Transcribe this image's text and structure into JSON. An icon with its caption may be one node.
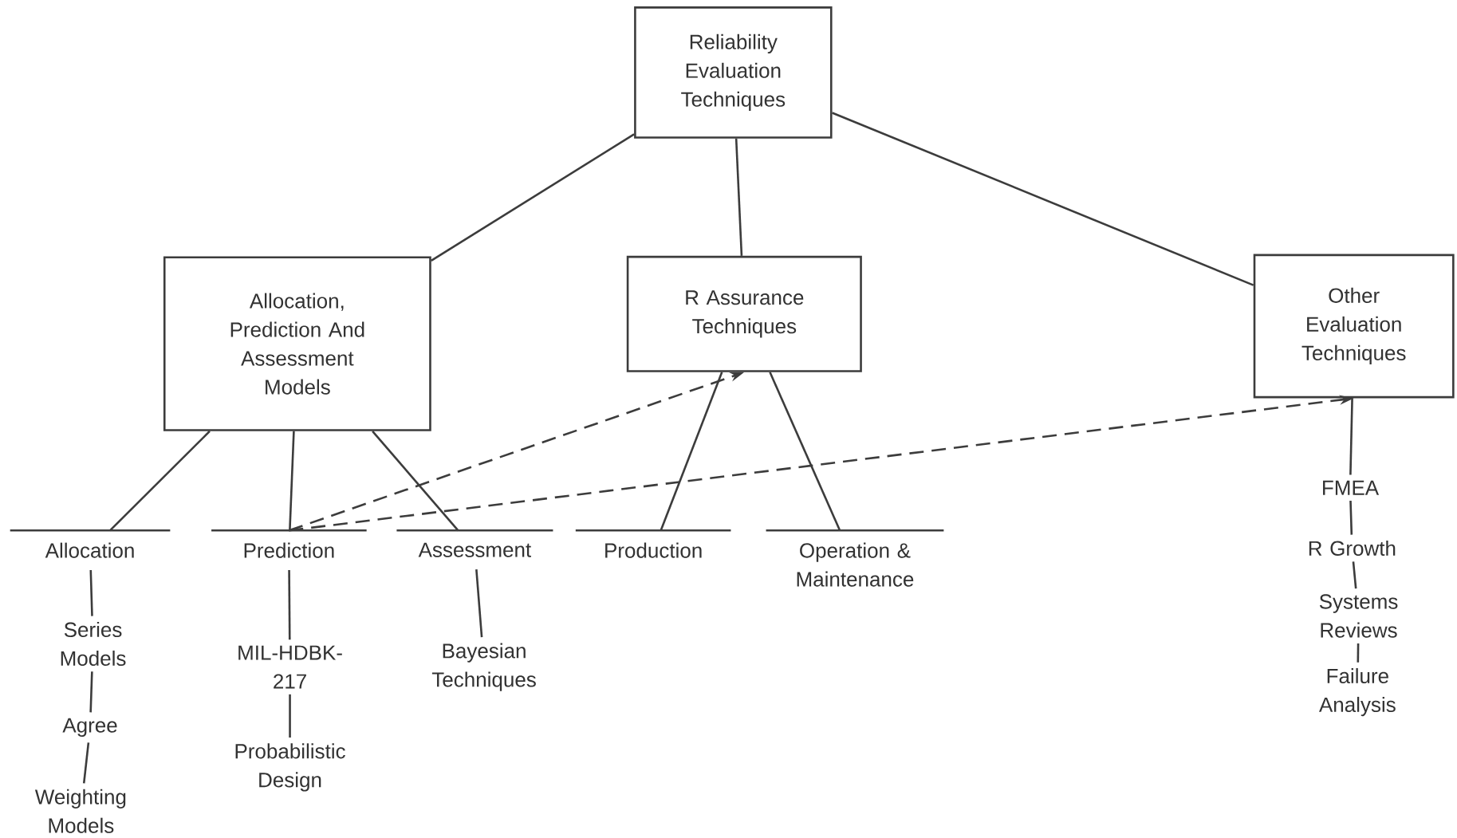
{
  "diagram": {
    "nodes": [
      {
        "text": [
          "Reliability Evaluation Techniques"
        ]
      },
      {
        "text": [
          "Allocation, Prediction And Assessment Models"
        ]
      },
      {
        "text": [
          "R Assurance Techniques"
        ]
      },
      {
        "text": [
          "Other Evaluation Techniques"
        ]
      },
      {
        "text": [
          "Allocation"
        ]
      },
      {
        "text": [
          "Prediction"
        ]
      },
      {
        "text": [
          "Assessment"
        ]
      },
      {
        "text": [
          "Production"
        ]
      },
      {
        "text": [
          "Operation & Maintenance"
        ]
      },
      {
        "text": [
          "Series Models"
        ]
      },
      {
        "text": [
          "Agree"
        ]
      },
      {
        "text": [
          "Weighting Models"
        ]
      },
      {
        "text": [
          "MIL-HDBK-217"
        ]
      },
      {
        "text": [
          "Probabilistic Design"
        ]
      },
      {
        "text": [
          "Bayesian Techniques"
        ]
      },
      {
        "text": [
          "FMEA"
        ]
      },
      {
        "text": [
          "R Growth"
        ]
      },
      {
        "text": [
          "Systems Reviews"
        ]
      },
      {
        "text": [
          "Failure Analysis"
        ]
      }
    ],
    "edges": [
      {
        "from": 0,
        "to": 1,
        "arrow": "none"
      },
      {
        "from": 0,
        "to": 2,
        "arrow": "none"
      },
      {
        "from": 0,
        "to": 3,
        "arrow": "none"
      },
      {
        "from": 1,
        "to": 4,
        "arrow": "none"
      },
      {
        "from": 1,
        "to": 5,
        "arrow": "none"
      },
      {
        "from": 1,
        "to": 6,
        "arrow": "none"
      },
      {
        "from": 2,
        "to": 7,
        "arrow": "none"
      },
      {
        "from": 2,
        "to": 8,
        "arrow": "none"
      },
      {
        "from": 5,
        "to": 2,
        "arrow": "to",
        "style": "dashed"
      },
      {
        "from": 5,
        "to": 3,
        "arrow": "to",
        "style": "dashed"
      },
      {
        "from": 4,
        "to": 9,
        "arrow": "none"
      },
      {
        "from": 9,
        "to": 10,
        "arrow": "none"
      },
      {
        "from": 10,
        "to": 11,
        "arrow": "none"
      },
      {
        "from": 5,
        "to": 12,
        "arrow": "none"
      },
      {
        "from": 12,
        "to": 13,
        "arrow": "none"
      },
      {
        "from": 6,
        "to": 14,
        "arrow": "none"
      },
      {
        "from": 3,
        "to": 15,
        "arrow": "none"
      },
      {
        "from": 15,
        "to": 16,
        "arrow": "none"
      },
      {
        "from": 16,
        "to": 17,
        "arrow": "none"
      },
      {
        "from": 17,
        "to": 18,
        "arrow": "none"
      }
    ]
  }
}
